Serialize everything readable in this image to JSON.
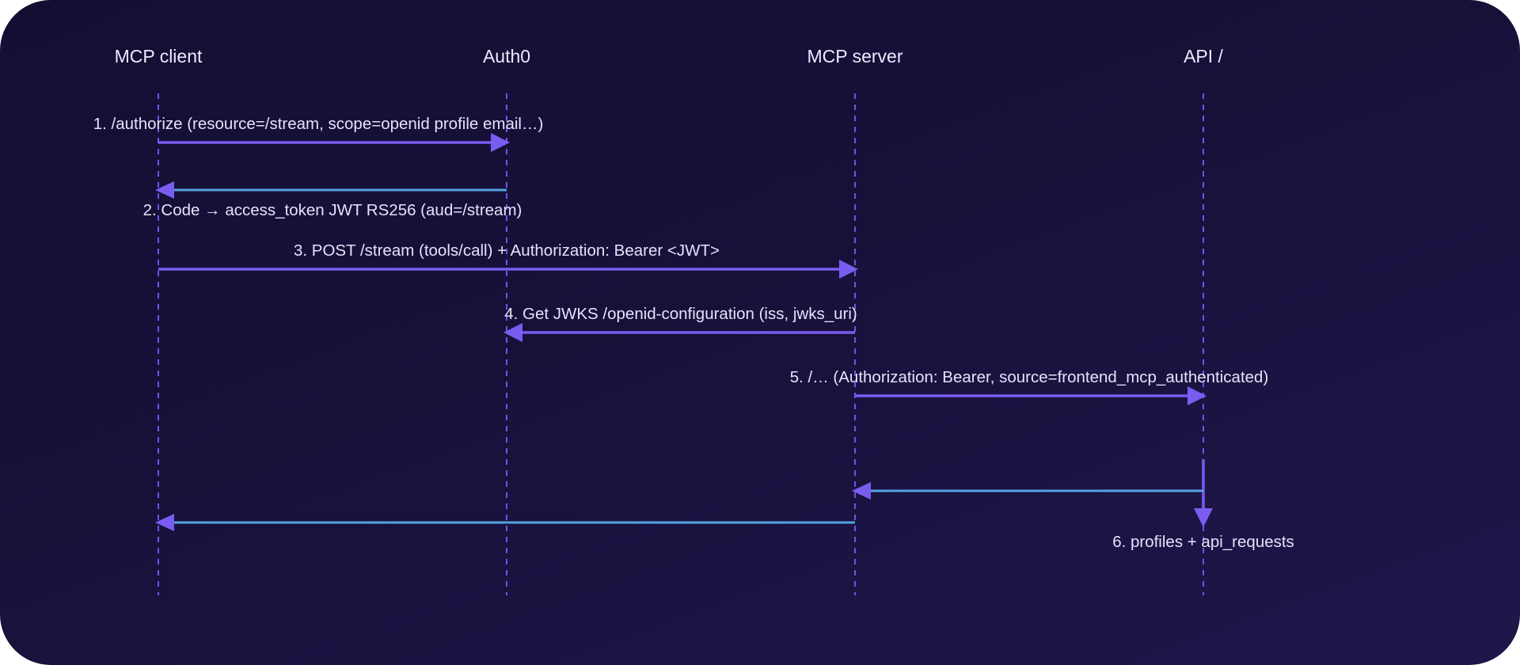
{
  "actors": [
    {
      "id": "client",
      "label": "MCP client"
    },
    {
      "id": "auth0",
      "label": "Auth0"
    },
    {
      "id": "server",
      "label": "MCP server"
    },
    {
      "id": "api",
      "label": "API /"
    }
  ],
  "messages": [
    {
      "id": "m1",
      "from": "client",
      "to": "auth0",
      "kind": "request",
      "label": "1. /authorize (resource=/stream, scope=openid profile email…)"
    },
    {
      "id": "m2",
      "from": "auth0",
      "to": "client",
      "kind": "response",
      "label": "2. Code → access_token JWT RS256 (aud=/stream)"
    },
    {
      "id": "m3",
      "from": "client",
      "to": "server",
      "kind": "request",
      "label": "3. POST /stream (tools/call) + Authorization: Bearer <JWT>"
    },
    {
      "id": "m4",
      "from": "server",
      "to": "auth0",
      "kind": "request",
      "label": "4. Get JWKS /openid-configuration (iss, jwks_uri)"
    },
    {
      "id": "m5",
      "from": "server",
      "to": "api",
      "kind": "request",
      "label": "5. /… (Authorization: Bearer, source=frontend_mcp_authenticated)"
    },
    {
      "id": "m6",
      "from": "api",
      "to": "api",
      "kind": "self",
      "label": "6. profiles + api_requests"
    },
    {
      "id": "m7",
      "from": "api",
      "to": "server",
      "kind": "response",
      "label": ""
    },
    {
      "id": "m8",
      "from": "server",
      "to": "client",
      "kind": "response",
      "label": ""
    }
  ],
  "colors": {
    "background_start": "#130f33",
    "background_end": "#20164b",
    "lifeline": "#6b55e8",
    "request_arrow": "#7a5cf0",
    "response_arrow": "#55a3e0",
    "text": "#eeeaff"
  }
}
